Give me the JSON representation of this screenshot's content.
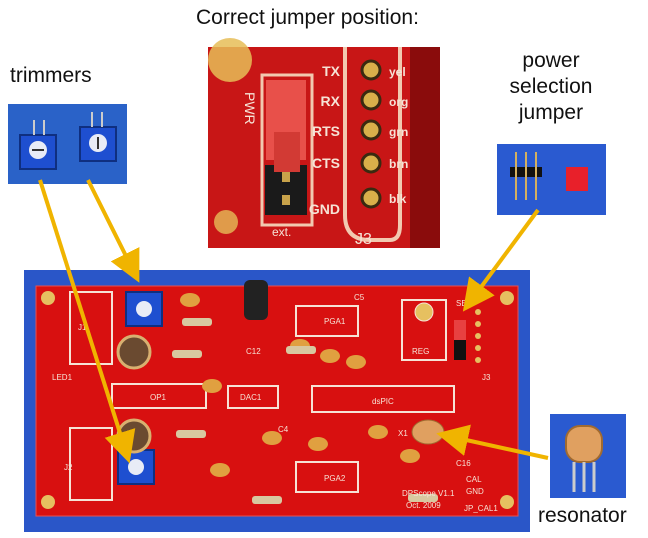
{
  "title": "Correct jumper position:",
  "labels": {
    "trimmers": "trimmers",
    "power_line1": "power",
    "power_line2": "selection",
    "power_line3": "jumper",
    "resonator": "resonator"
  },
  "zoom_panel": {
    "signals": [
      "TX",
      "RX",
      "RTS",
      "CTS",
      "GND"
    ],
    "wire_colors": [
      "yel",
      "org",
      "grn",
      "brn",
      "blk"
    ],
    "connector": "J3",
    "pwr": "PWR",
    "ext": "ext."
  },
  "board": {
    "silk": {
      "pga1": "PGA1",
      "pga2": "PGA2",
      "op1": "OP1",
      "dac1": "DAC1",
      "dspic": "dsPIC",
      "reg": "REG",
      "led1": "LED1",
      "j1": "J1",
      "j2": "J2",
      "j3": "J3",
      "x1": "X1",
      "c4": "C4",
      "c5": "C5",
      "c12": "C12",
      "c16": "C16",
      "sel": "SEL",
      "cal": "CAL",
      "gnd": "GND",
      "version": "DPScope V1.1",
      "date": "Oct. 2009",
      "jp_cal": "JP_CAL1"
    }
  },
  "colors": {
    "pcb": "#d81010",
    "photo_bg": "#2a4fb0",
    "arrow": "#f0b400",
    "trimmer": "#1e4fd0"
  }
}
